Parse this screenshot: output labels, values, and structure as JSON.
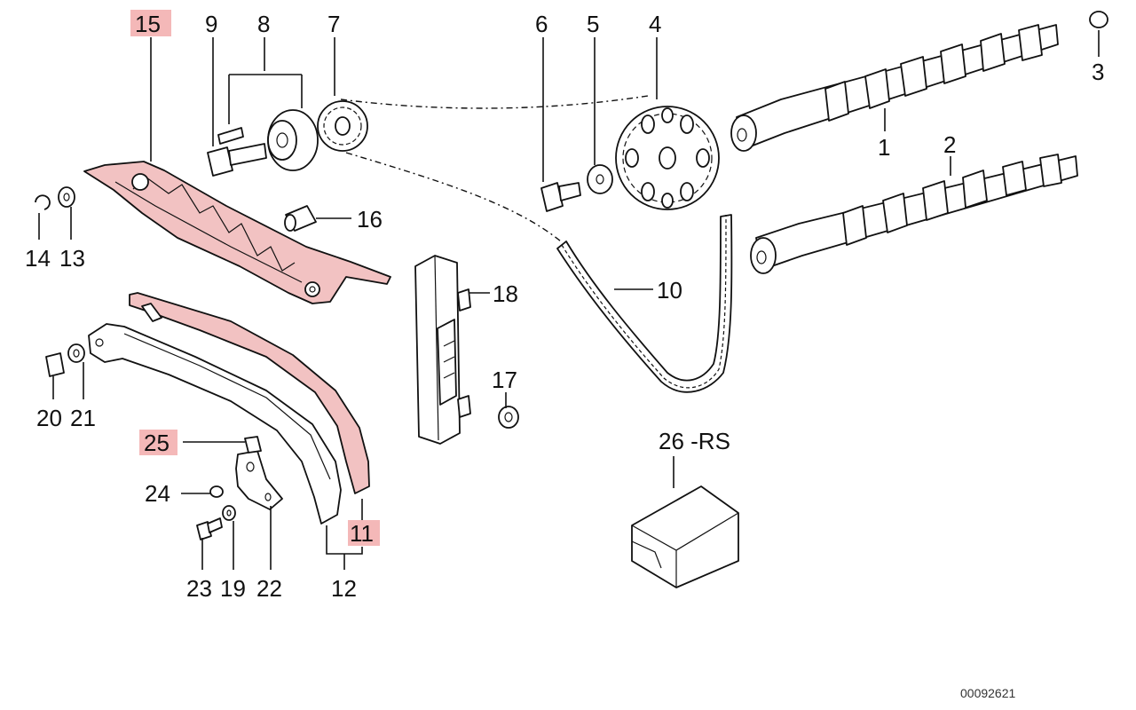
{
  "colors": {
    "highlight": "#f4b8b8",
    "part_highlight": "#f2c2c2",
    "line": "#111111"
  },
  "labels": {
    "p1": "1",
    "p2": "2",
    "p3": "3",
    "p4": "4",
    "p5": "5",
    "p6": "6",
    "p7": "7",
    "p8": "8",
    "p9": "9",
    "p10": "10",
    "p11": "11",
    "p12": "12",
    "p13": "13",
    "p14": "14",
    "p15": "15",
    "p16": "16",
    "p17": "17",
    "p18": "18",
    "p19": "19",
    "p20": "20",
    "p21": "21",
    "p22": "22",
    "p23": "23",
    "p24": "24",
    "p25": "25",
    "p26": "26 -RS"
  },
  "highlighted_parts": [
    "11",
    "15",
    "25"
  ],
  "reference_number": "00092621"
}
